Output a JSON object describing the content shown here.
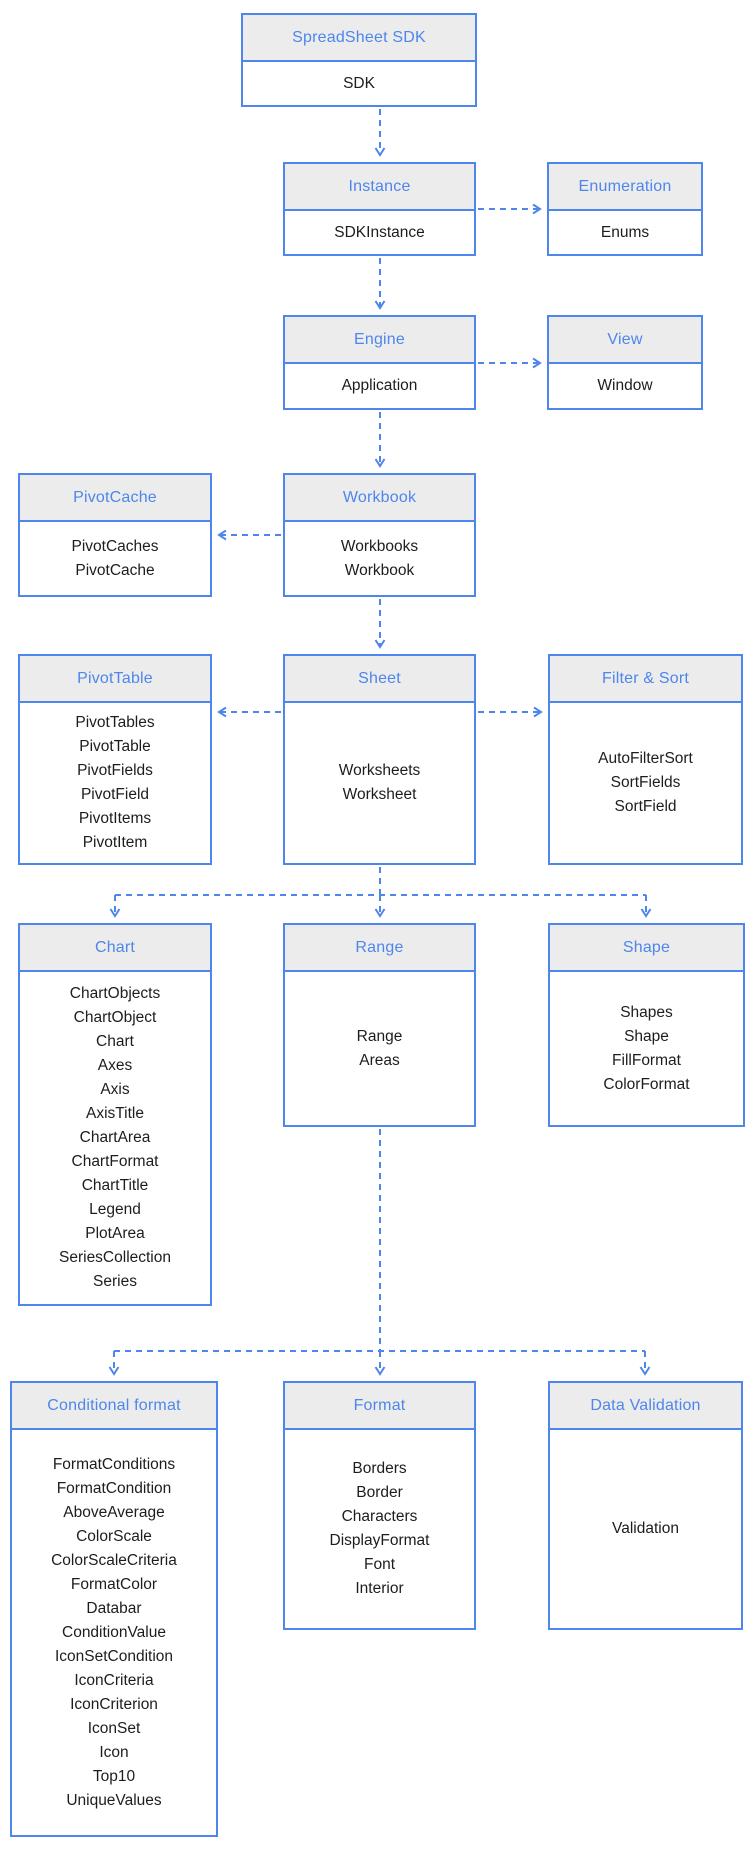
{
  "colors": {
    "accent": "#4e86ec",
    "header_bg": "#ececec",
    "body_text": "#1d1d1d",
    "background": "#ffffff"
  },
  "boxes": {
    "sdk": {
      "title": "SpreadSheet SDK",
      "lines": [
        "SDK"
      ]
    },
    "instance": {
      "title": "Instance",
      "lines": [
        "SDKInstance"
      ]
    },
    "enumeration": {
      "title": "Enumeration",
      "lines": [
        "Enums"
      ]
    },
    "engine": {
      "title": "Engine",
      "lines": [
        "Application"
      ]
    },
    "view": {
      "title": "View",
      "lines": [
        "Window"
      ]
    },
    "pivotcache": {
      "title": "PivotCache",
      "lines": [
        "PivotCaches",
        "PivotCache"
      ]
    },
    "workbook": {
      "title": "Workbook",
      "lines": [
        "Workbooks",
        "Workbook"
      ]
    },
    "pivottable": {
      "title": "PivotTable",
      "lines": [
        "PivotTables",
        "PivotTable",
        "PivotFields",
        "PivotField",
        "PivotItems",
        "PivotItem"
      ]
    },
    "sheet": {
      "title": "Sheet",
      "lines": [
        "Worksheets",
        "Worksheet"
      ]
    },
    "filtersort": {
      "title": "Filter & Sort",
      "lines": [
        "AutoFilterSort",
        "SortFields",
        "SortField"
      ]
    },
    "chart": {
      "title": "Chart",
      "lines": [
        "ChartObjects",
        "ChartObject",
        "Chart",
        "Axes",
        "Axis",
        "AxisTitle",
        "ChartArea",
        "ChartFormat",
        "ChartTitle",
        "Legend",
        "PlotArea",
        "SeriesCollection",
        "Series"
      ]
    },
    "range": {
      "title": "Range",
      "lines": [
        "Range",
        "Areas"
      ]
    },
    "shape": {
      "title": "Shape",
      "lines": [
        "Shapes",
        "Shape",
        "FillFormat",
        "ColorFormat"
      ]
    },
    "condformat": {
      "title": "Conditional format",
      "lines": [
        "FormatConditions",
        "FormatCondition",
        "AboveAverage",
        "ColorScale",
        "ColorScaleCriteria",
        "FormatColor",
        "Databar",
        "ConditionValue",
        "IconSetCondition",
        "IconCriteria",
        "IconCriterion",
        "IconSet",
        "Icon",
        "Top10",
        "UniqueValues"
      ]
    },
    "format": {
      "title": "Format",
      "lines": [
        "Borders",
        "Border",
        "Characters",
        "DisplayFormat",
        "Font",
        "Interior"
      ]
    },
    "datavalidation": {
      "title": "Data Validation",
      "lines": [
        "Validation"
      ]
    }
  },
  "connections": [
    {
      "from": "SpreadSheet SDK",
      "to": "Instance"
    },
    {
      "from": "Instance",
      "to": "Enumeration"
    },
    {
      "from": "Instance",
      "to": "Engine"
    },
    {
      "from": "Engine",
      "to": "View"
    },
    {
      "from": "Engine",
      "to": "Workbook"
    },
    {
      "from": "Workbook",
      "to": "PivotCache"
    },
    {
      "from": "Workbook",
      "to": "Sheet"
    },
    {
      "from": "Sheet",
      "to": "PivotTable"
    },
    {
      "from": "Sheet",
      "to": "Filter & Sort"
    },
    {
      "from": "Sheet",
      "to": "Chart"
    },
    {
      "from": "Sheet",
      "to": "Range"
    },
    {
      "from": "Sheet",
      "to": "Shape"
    },
    {
      "from": "Range",
      "to": "Conditional format"
    },
    {
      "from": "Range",
      "to": "Format"
    },
    {
      "from": "Range",
      "to": "Data Validation"
    }
  ]
}
